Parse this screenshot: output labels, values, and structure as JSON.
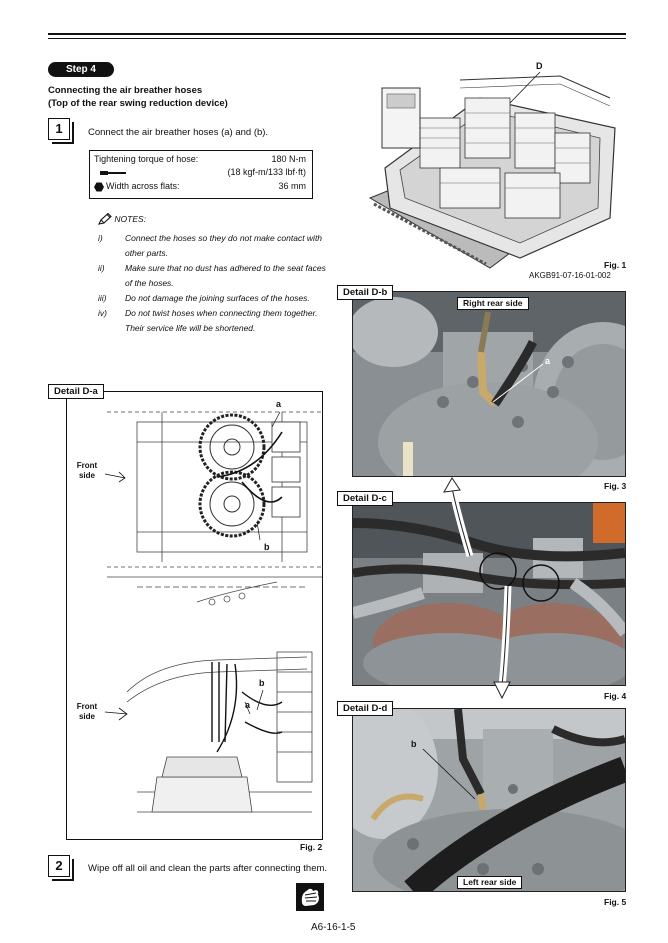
{
  "step": {
    "label": "Step 4"
  },
  "heading": {
    "line1": "Connecting the air breather hoses",
    "line2": "(Top of the rear swing reduction device)"
  },
  "instruction1": {
    "number": "1",
    "text": "Connect the air breather hoses (a) and (b)."
  },
  "torque": {
    "label": "Tightening torque of hose:",
    "value": "180 N-m",
    "value_alt": "(18 kgf-m/133 lbf·ft)",
    "flats_label": "Width across flats:",
    "flats_value": "36 mm"
  },
  "notes": {
    "title": "NOTES:",
    "items": [
      {
        "num": "i)",
        "line1": "Connect the hoses so they do not make contact with",
        "line2": "other parts."
      },
      {
        "num": "ii)",
        "line1": "Make sure that no dust has adhered to the seat faces",
        "line2": "of the hoses."
      },
      {
        "num": "iii)",
        "line1": "Do not damage the joining surfaces of the hoses.",
        "line2": ""
      },
      {
        "num": "iv)",
        "line1": "Do not twist hoses when connecting them together.",
        "line2": "Their service life will be shortened."
      }
    ]
  },
  "fig1": {
    "letter": "D",
    "caption": "Fig. 1",
    "code": "AKGB91-07-16-01-002"
  },
  "detail_a": {
    "label": "Detail D-a",
    "front_side_1": "Front side",
    "front_side_2": "Front side",
    "label_a_top": "a",
    "label_b_top": "b",
    "label_a_bottom": "a",
    "label_b_bottom": "b",
    "caption": "Fig. 2"
  },
  "detail_b": {
    "label": "Detail D-b",
    "tag": "Right rear side",
    "callout": "a",
    "caption": "Fig. 3"
  },
  "detail_c": {
    "label": "Detail D-c",
    "caption": "Fig. 4"
  },
  "detail_d": {
    "label": "Detail D-d",
    "tag": "Left rear side",
    "callout": "b",
    "caption": "Fig. 5"
  },
  "instruction2": {
    "number": "2",
    "text": "Wipe off all oil and clean the parts after connecting them."
  },
  "page_number": "A6-16-1-5"
}
